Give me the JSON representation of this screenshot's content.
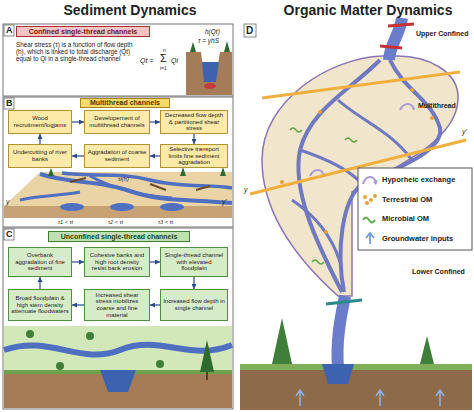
{
  "diagram": {
    "nodes": [
      {
        "text": [
          "Confined single-thread channels"
        ]
      },
      {
        "text": [
          "Multithread channels"
        ]
      },
      {
        "text": [
          "Wood recruitment/logjams"
        ]
      },
      {
        "text": [
          "Developement of multithread channels"
        ]
      },
      {
        "text": [
          "Decreased flow depth & partitioned shear stress"
        ]
      },
      {
        "text": [
          "Selective transport limits fine sediment aggradation"
        ]
      },
      {
        "text": [
          "Aggradation of coarse sediment"
        ]
      },
      {
        "text": [
          "Undercutting of river banks"
        ]
      },
      {
        "text": [
          "Unconfined single-thread channels"
        ]
      },
      {
        "text": [
          "Overbank aggradation of fine sediment"
        ]
      },
      {
        "text": [
          "Cohesive banks and high root density resist bank erosion"
        ]
      },
      {
        "text": [
          "Single-thread channel with elevated floodplain"
        ]
      },
      {
        "text": [
          "Increased flow depth in single channel"
        ]
      },
      {
        "text": [
          "Increased shear stress mobilizes coarse and fine material"
        ]
      },
      {
        "text": [
          "Broad floodplain & high stem density attenuate floodwaters"
        ]
      }
    ],
    "edges": [
      {
        "from": 2,
        "to": 3,
        "arrow": "to"
      },
      {
        "from": 3,
        "to": 4,
        "arrow": "to"
      },
      {
        "from": 4,
        "to": 5,
        "arrow": "to"
      },
      {
        "from": 5,
        "to": 6,
        "arrow": "to"
      },
      {
        "from": 6,
        "to": 7,
        "arrow": "to"
      },
      {
        "from": 7,
        "to": 2,
        "arrow": "to"
      },
      {
        "from": 9,
        "to": 10,
        "arrow": "to"
      },
      {
        "from": 10,
        "to": 11,
        "arrow": "to"
      },
      {
        "from": 11,
        "to": 12,
        "arrow": "to"
      },
      {
        "from": 12,
        "to": 13,
        "arrow": "to"
      },
      {
        "from": 13,
        "to": 14,
        "arrow": "to"
      },
      {
        "from": 14,
        "to": 9,
        "arrow": "to"
      }
    ],
    "labels": [
      "Sediment Dynamics",
      "Organic Matter Dynamics",
      "A",
      "Shear stress (τ) is a function of flow depth (h), which is linked to total discharge (Qt) equal to Qi in a single-thread channel",
      "Qt =",
      "n",
      "Σ",
      "i=1",
      "Qi",
      "h(Qt)",
      "τ = γhS",
      "B",
      "τi(h)",
      "y",
      "τ1 < τt",
      "τ2 < τt",
      "τ3 < τt",
      "y'",
      "C",
      "D",
      "Upper Confined",
      "Multithread",
      "y",
      "y'",
      "Lower Confined"
    ],
    "legend": [
      {
        "text": "Hyporheic exchange"
      },
      {
        "text": "Terrestrial OM"
      },
      {
        "text": "Microbial OM"
      },
      {
        "text": "Groundwater inputs"
      }
    ]
  }
}
